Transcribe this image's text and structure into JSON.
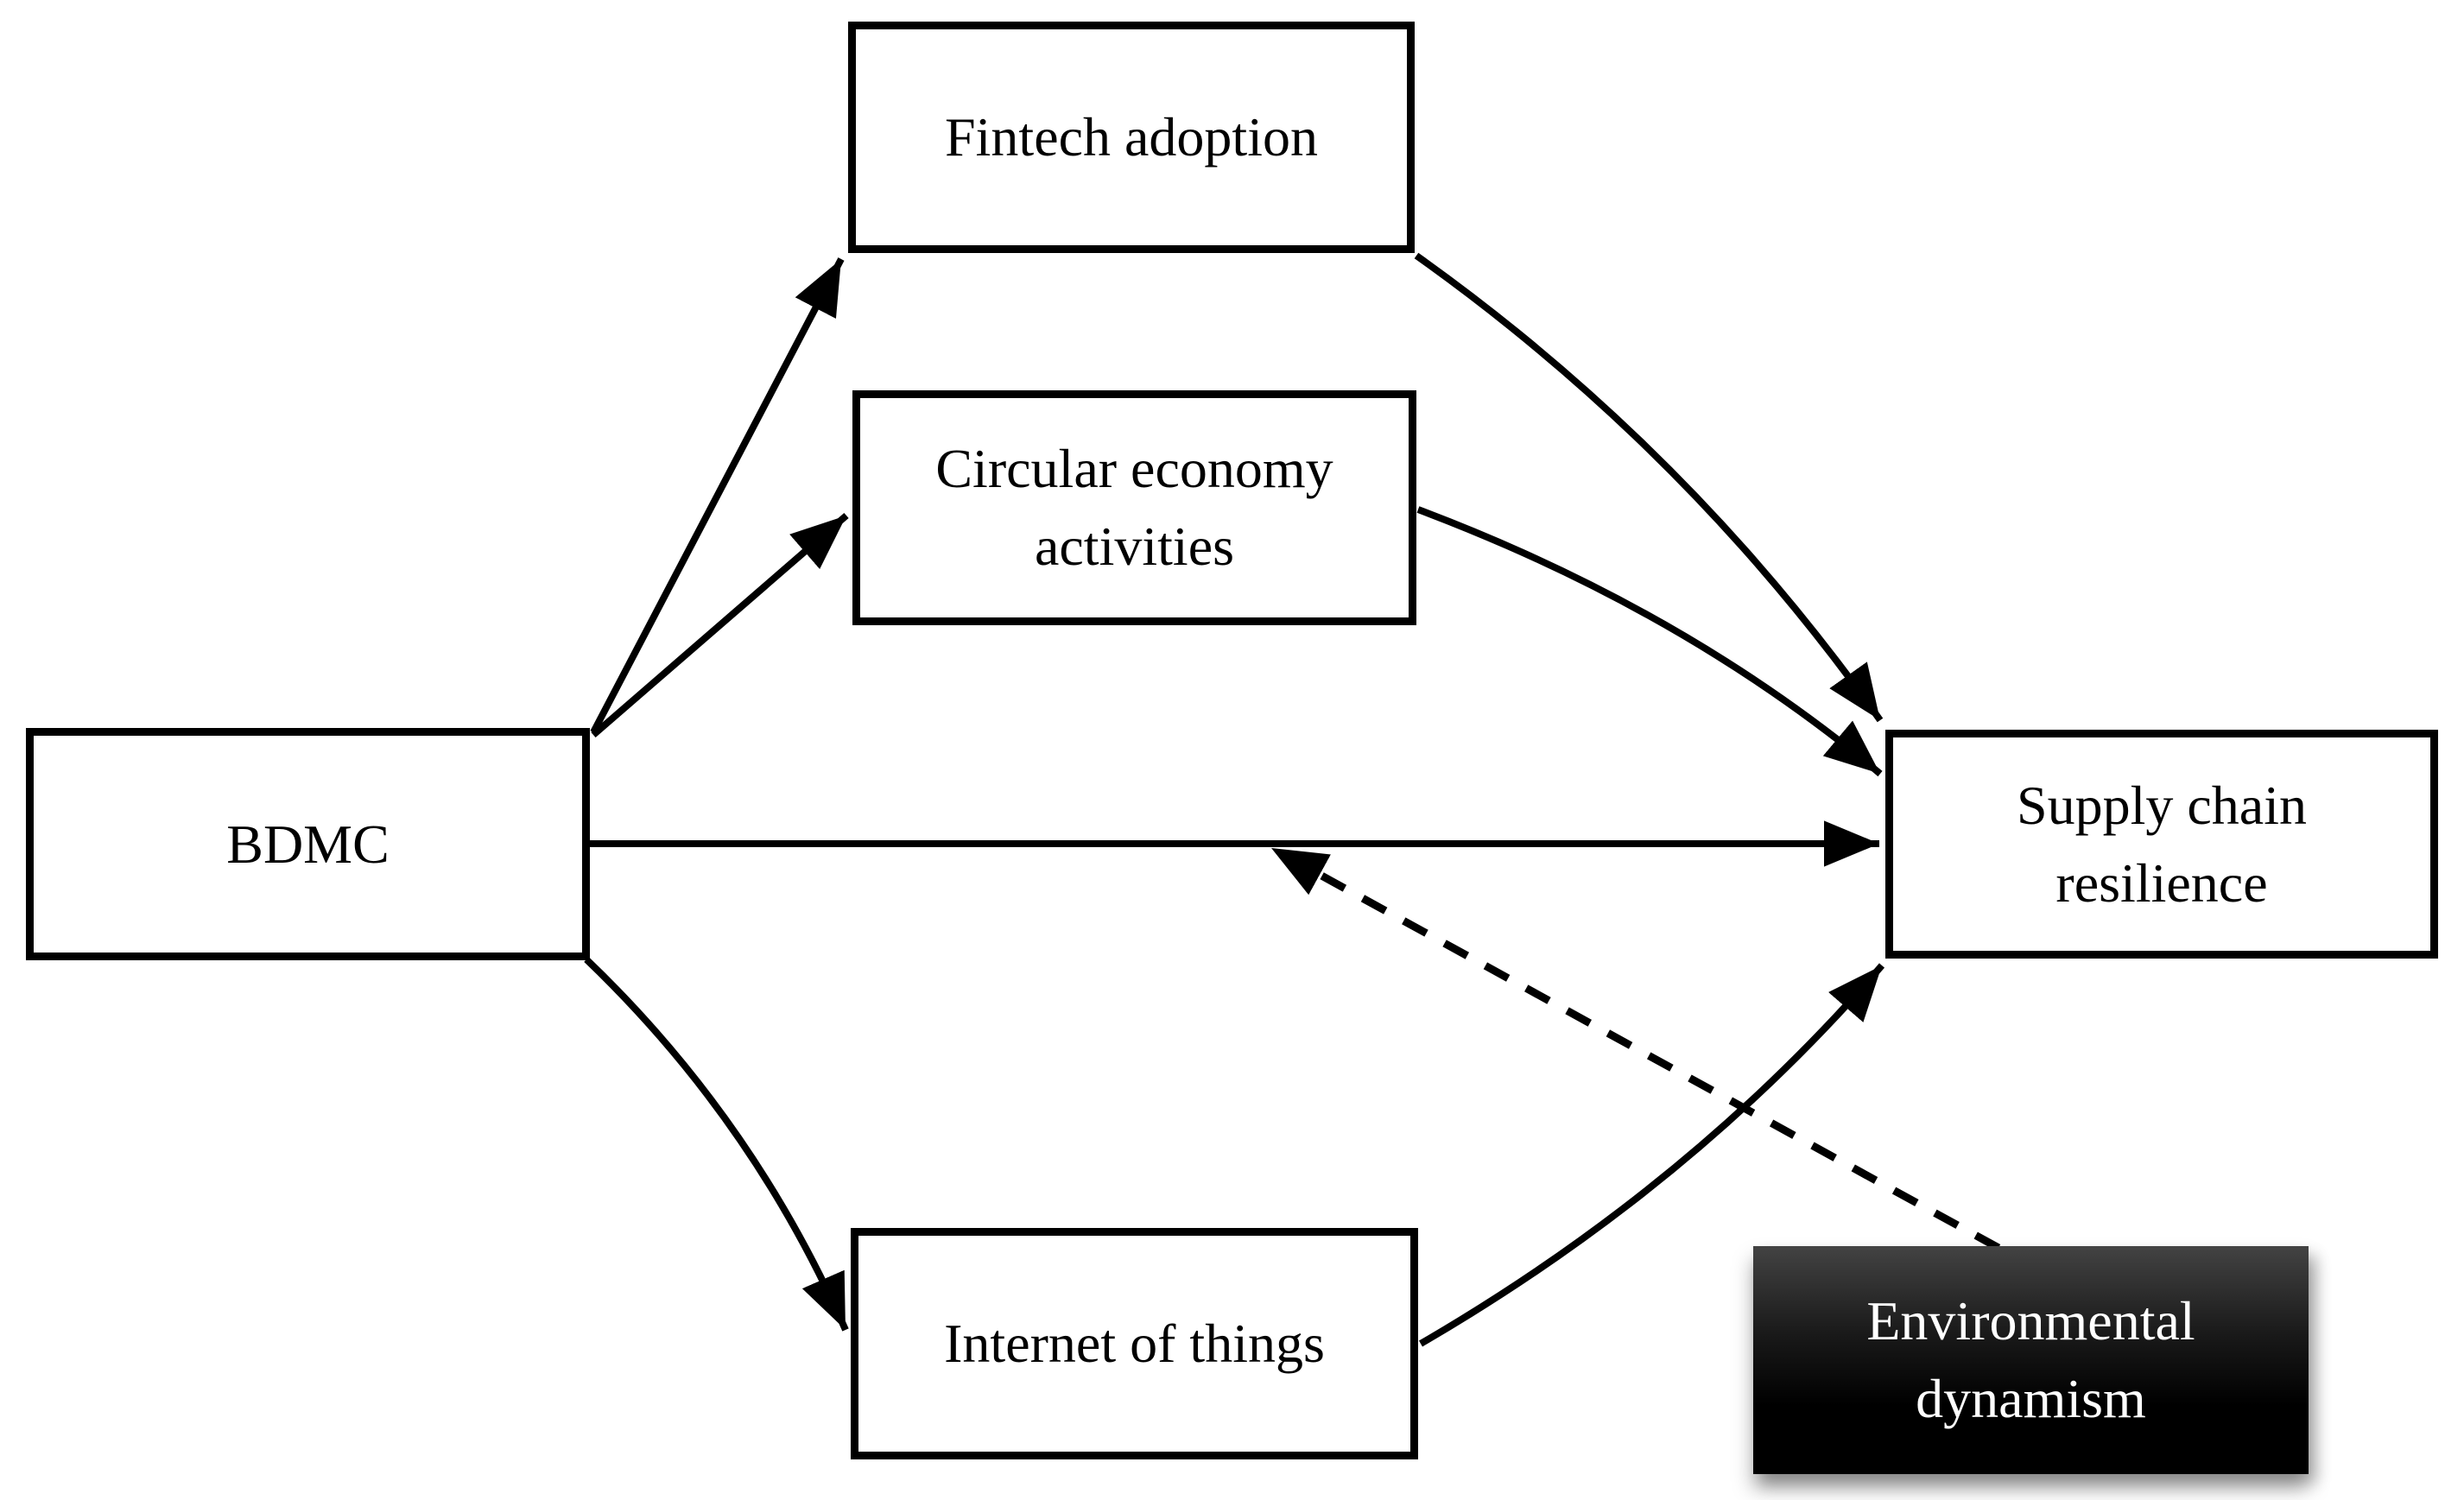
{
  "figure": {
    "type": "path-diagram",
    "background": "#ffffff",
    "colors": {
      "line": "#000000",
      "node_fill": "#ffffff",
      "node_border": "#000000",
      "node_text": "#000000",
      "moderator_fill": "#000000",
      "moderator_fill_top": "#3d3d3d",
      "moderator_text": "#ffffff"
    },
    "nodes": {
      "bdmc": {
        "label": "BDMC"
      },
      "fintech": {
        "label": "Fintech adoption"
      },
      "circular": {
        "line1": "Circular economy",
        "line2": "activities"
      },
      "iot": {
        "label": "Internet of things"
      },
      "scr": {
        "line1": "Supply chain",
        "line2": "resilience"
      },
      "env": {
        "line1": "Environmental",
        "line2": "dynamism"
      }
    },
    "edges": [
      {
        "from": "BDMC",
        "to": "Fintech adoption",
        "style": "solid-arrow"
      },
      {
        "from": "BDMC",
        "to": "Circular economy activities",
        "style": "solid-arrow"
      },
      {
        "from": "BDMC",
        "to": "Supply chain resilience",
        "style": "solid-arrow"
      },
      {
        "from": "BDMC",
        "to": "Internet of things",
        "style": "solid-arrow"
      },
      {
        "from": "Fintech adoption",
        "to": "Supply chain resilience",
        "style": "solid-arrow"
      },
      {
        "from": "Circular economy activities",
        "to": "Supply chain resilience",
        "style": "solid-arrow"
      },
      {
        "from": "Internet of things",
        "to": "Supply chain resilience",
        "style": "solid-arrow"
      },
      {
        "from": "Environmental dynamism",
        "to": "BDMC to Supply chain resilience path",
        "style": "dashed-arrow"
      }
    ]
  }
}
